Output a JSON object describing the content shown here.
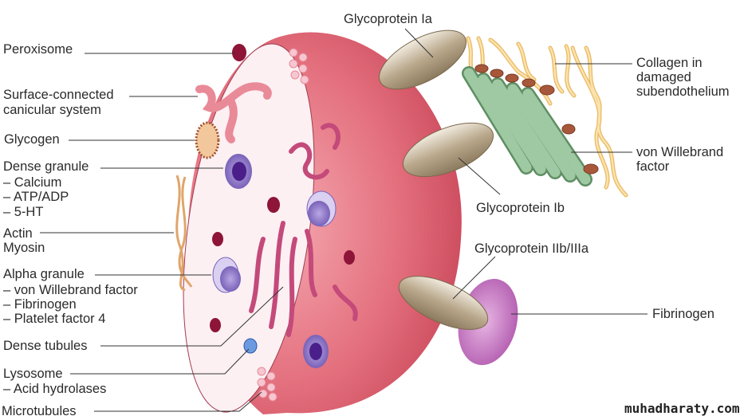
{
  "left_labels": {
    "peroxisome": "Peroxisome",
    "scc_1": "Surface-connected",
    "scc_2": "canicular system",
    "glycogen": "Glycogen",
    "dense_granule": "Dense granule",
    "dense_calcium": "– Calcium",
    "dense_atp": "– ATP/ADP",
    "dense_5ht": "– 5-HT",
    "actin": "Actin",
    "myosin": "Myosin",
    "alpha_granule": "Alpha granule",
    "alpha_vwf": "– von Willebrand factor",
    "alpha_fibrinogen": "– Fibrinogen",
    "alpha_pf4": "– Platelet factor 4",
    "dense_tubules": "Dense tubules",
    "lysosome": "Lysosome",
    "lysosome_acid": "– Acid hydrolases",
    "microtubules": "Microtubules"
  },
  "right_labels": {
    "gp_ia": "Glycoprotein Ia",
    "collagen_1": "Collagen in",
    "collagen_2": "damaged",
    "collagen_3": "subendothelium",
    "vwf_1": "von Willebrand",
    "vwf_2": "factor",
    "gp_ib": "Glycoprotein Ib",
    "gp_iib_iiia": "Glycoprotein IIb/IIIa",
    "fibrinogen": "Fibrinogen"
  },
  "watermark": "muhadharaty.com",
  "colors": {
    "platelet_body": "#e06b78",
    "cut_face": "#fbeef1",
    "receptor": "#a8967a",
    "vwf": "#86b48a",
    "collagen": "#f6cf7e",
    "fibrinogen": "#b45bb2",
    "granule": "#7a5bb0",
    "peroxisome": "#8e1438"
  }
}
